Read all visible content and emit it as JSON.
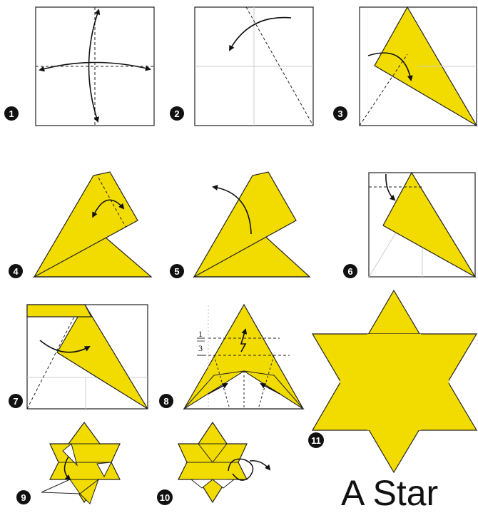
{
  "title": "A Star",
  "fraction": {
    "numerator": "1",
    "denominator": "3"
  },
  "steps": [
    {
      "number": "1"
    },
    {
      "number": "2"
    },
    {
      "number": "3"
    },
    {
      "number": "4"
    },
    {
      "number": "5"
    },
    {
      "number": "6"
    },
    {
      "number": "7"
    },
    {
      "number": "8"
    },
    {
      "number": "9"
    },
    {
      "number": "10"
    },
    {
      "number": "11"
    }
  ],
  "colors": {
    "paper_yellow": "#f2dc00",
    "paper_white": "#ffffff",
    "line": "#222222",
    "guide": "#cccccc"
  }
}
